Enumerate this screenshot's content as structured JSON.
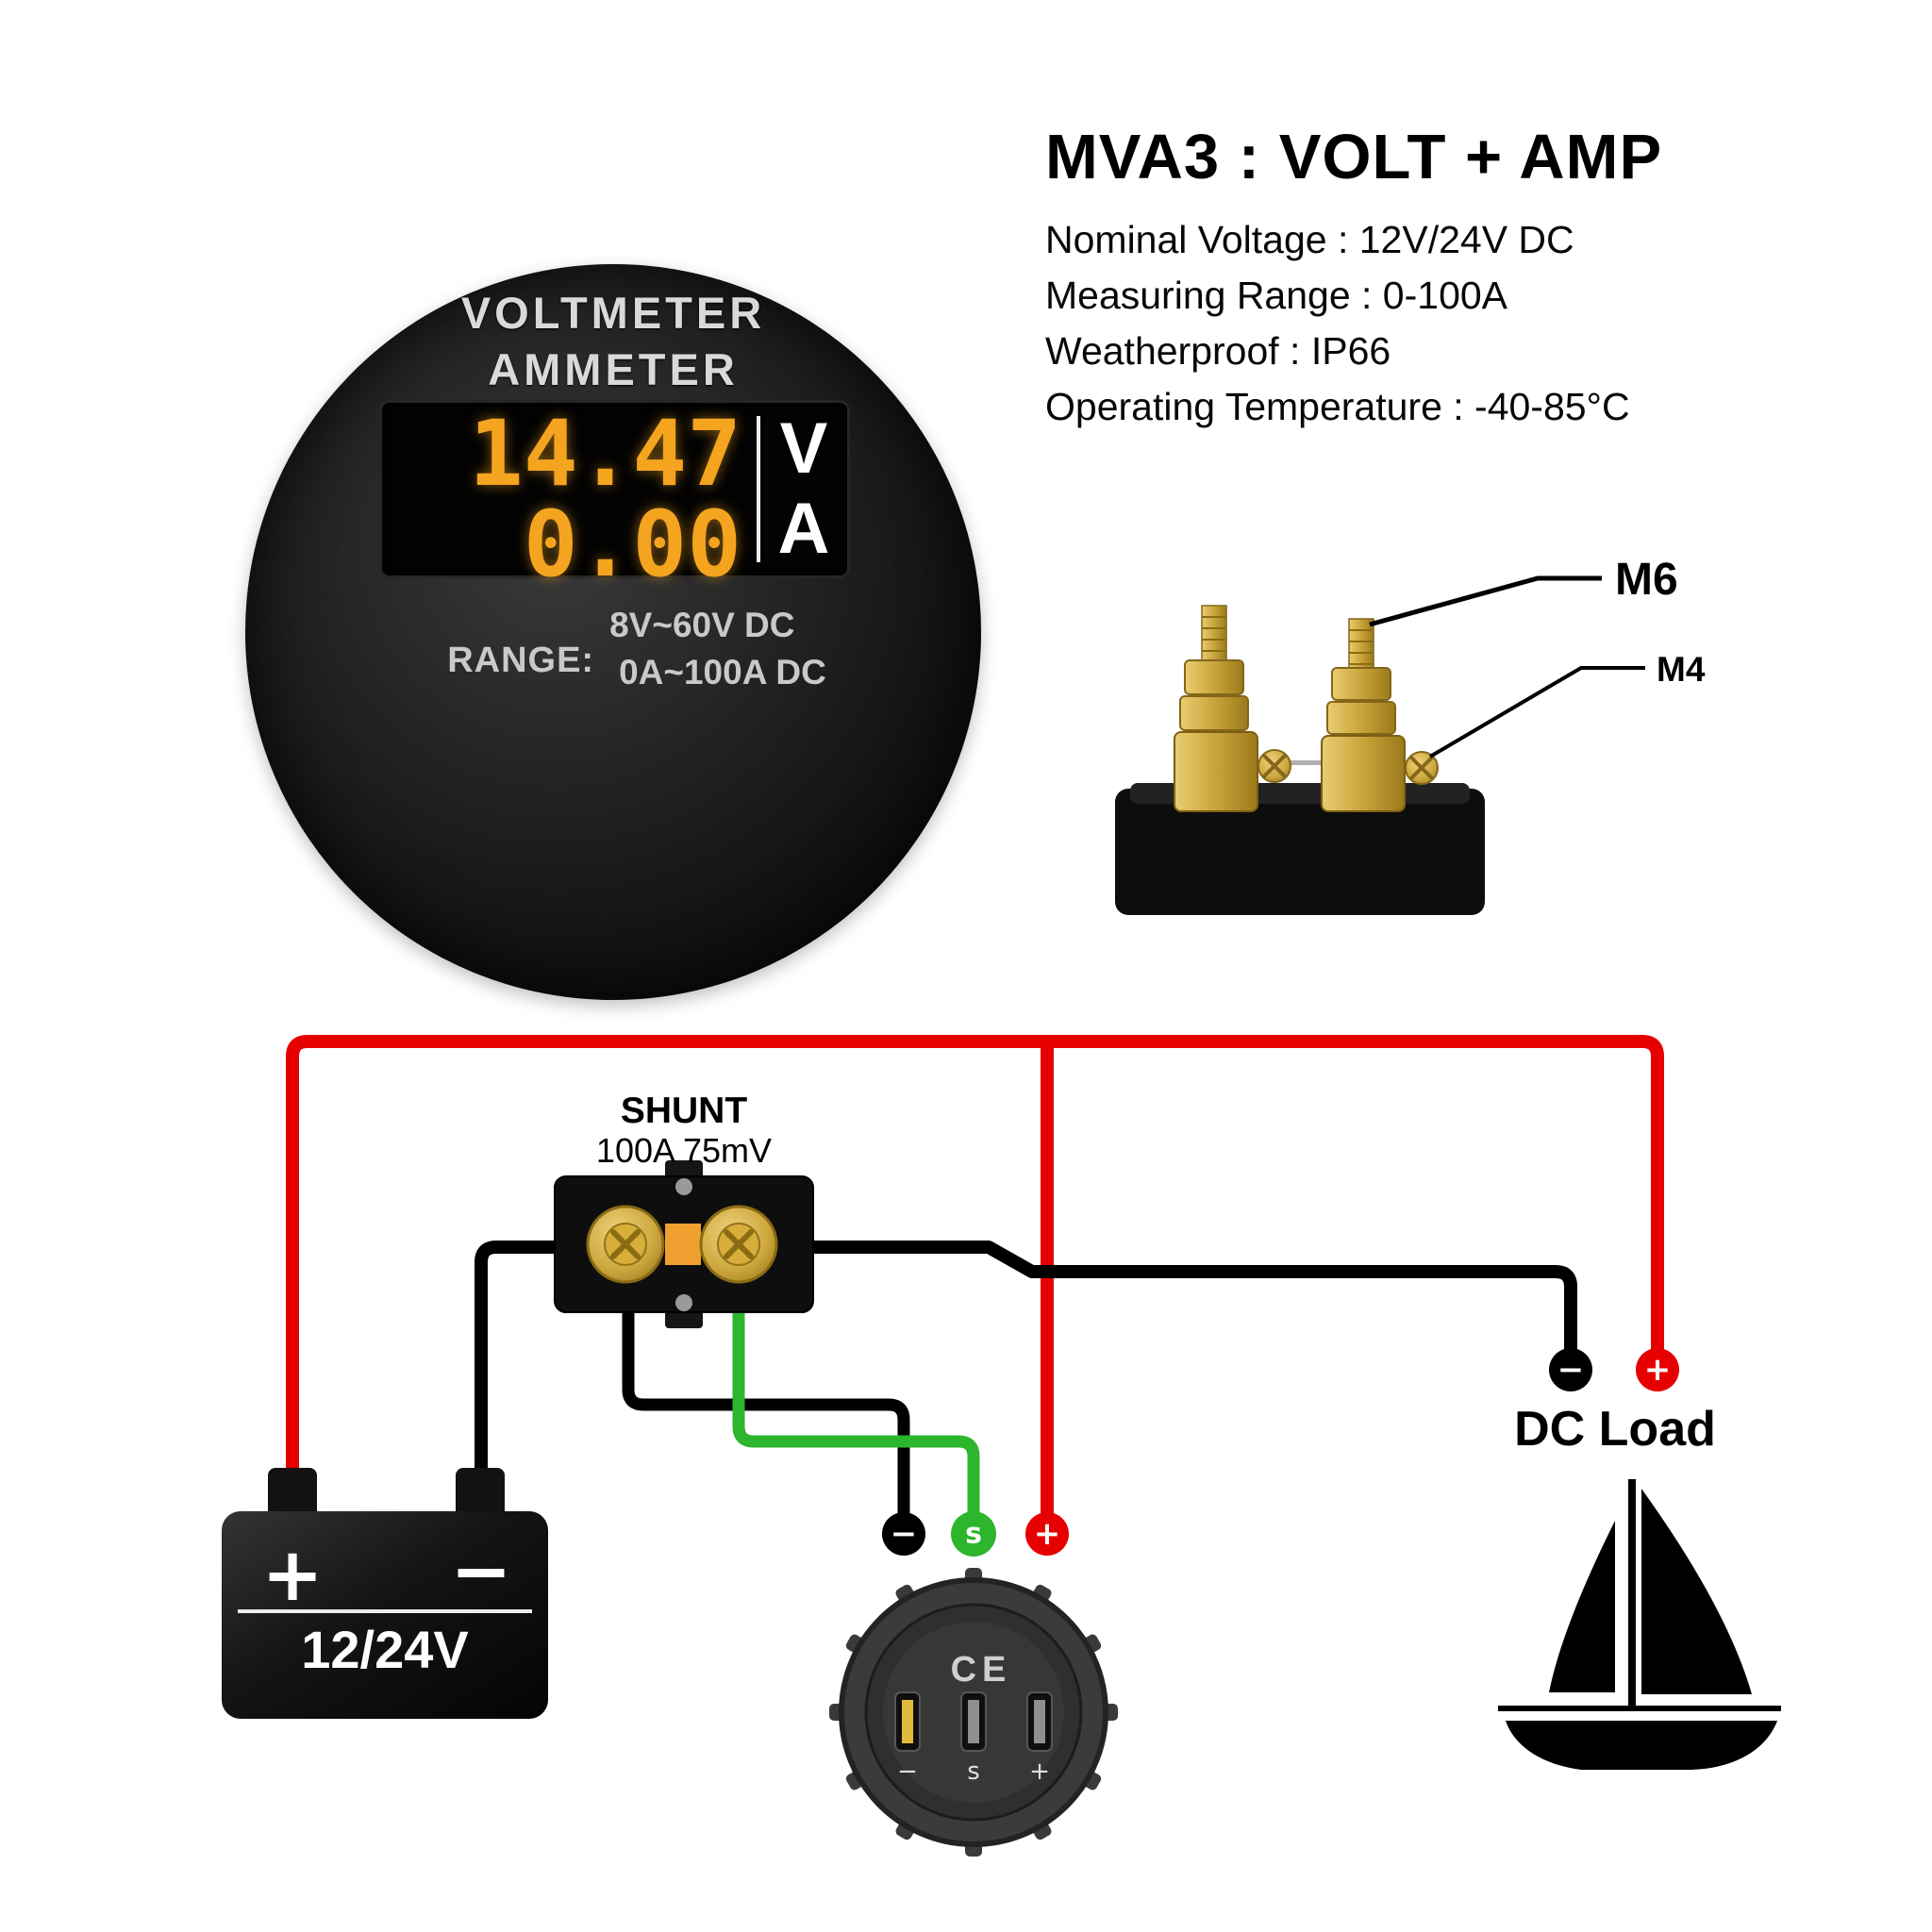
{
  "product": {
    "title": "MVA3 : VOLT + AMP",
    "specs": [
      "Nominal Voltage : 12V/24V DC",
      "Measuring Range : 0-100A",
      "Weatherproof : IP66",
      "Operating Temperature : -40-85°C"
    ]
  },
  "gauge": {
    "line1": "VOLTMETER",
    "line2": "AMMETER",
    "volt_value": "14.47",
    "volt_unit": "V",
    "amp_value": "0.00",
    "amp_unit": "A",
    "range_label": "RANGE:",
    "range_volt": "8V~60V DC",
    "range_amp": "0A~100A DC"
  },
  "shunt_photo": {
    "bolt_big_label": "M6",
    "bolt_small_label": "M4"
  },
  "diagram": {
    "shunt_title": "SHUNT",
    "shunt_rating": "100A 75mV",
    "battery_label": "12/24V",
    "battery_plus": "+",
    "battery_minus": "−",
    "terminal_minus": "−",
    "terminal_s": "s",
    "terminal_plus": "+",
    "connector_ce": "CE",
    "connector_minus": "−",
    "connector_s": "s",
    "connector_plus": "+",
    "dc_load_label": "DC Load",
    "dc_load_minus": "−",
    "dc_load_plus": "+"
  },
  "colors": {
    "wire_red": "#e60000",
    "wire_black": "#000000",
    "wire_green": "#2db52d",
    "display_amber": "#f4a41e",
    "brass": "#c9a43a"
  }
}
